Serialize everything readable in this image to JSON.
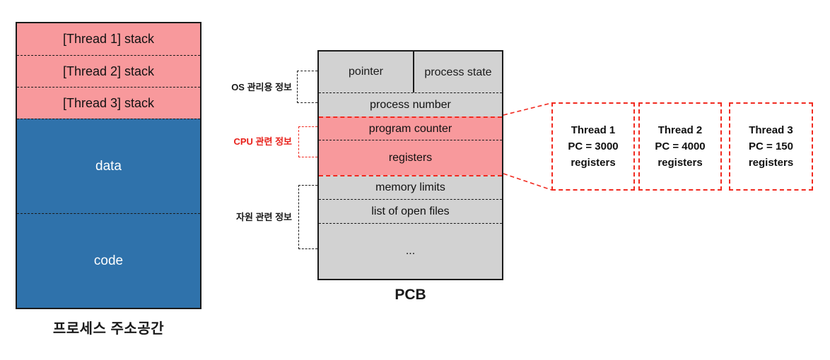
{
  "colors": {
    "stack_pink": "#F8999C",
    "segment_blue": "#2F72AB",
    "pcb_gray": "#D2D2D2",
    "accent_red": "#F12A20",
    "border_black": "#1a1a1a"
  },
  "address_space": {
    "label": "프로세스 주소공간",
    "stack_rows": [
      "[Thread 1] stack",
      "[Thread 2] stack",
      "[Thread 3] stack"
    ],
    "data_label": "data",
    "code_label": "code"
  },
  "pcb": {
    "label": "PCB",
    "pointer": "pointer",
    "process_state": "process state",
    "process_number": "process number",
    "program_counter": "program counter",
    "registers": "registers",
    "memory_limits": "memory limits",
    "open_files": "list of open files",
    "ellipsis": "..."
  },
  "annotations": {
    "os_info": "OS 관리용 정보",
    "cpu_info": "CPU 관련 정보",
    "resource_info": "자원 관련 정보"
  },
  "threads": [
    {
      "name": "Thread 1",
      "pc": "PC = 3000",
      "registers": "registers"
    },
    {
      "name": "Thread 2",
      "pc": "PC = 4000",
      "registers": "registers"
    },
    {
      "name": "Thread 3",
      "pc": "PC = 150",
      "registers": "registers"
    }
  ]
}
